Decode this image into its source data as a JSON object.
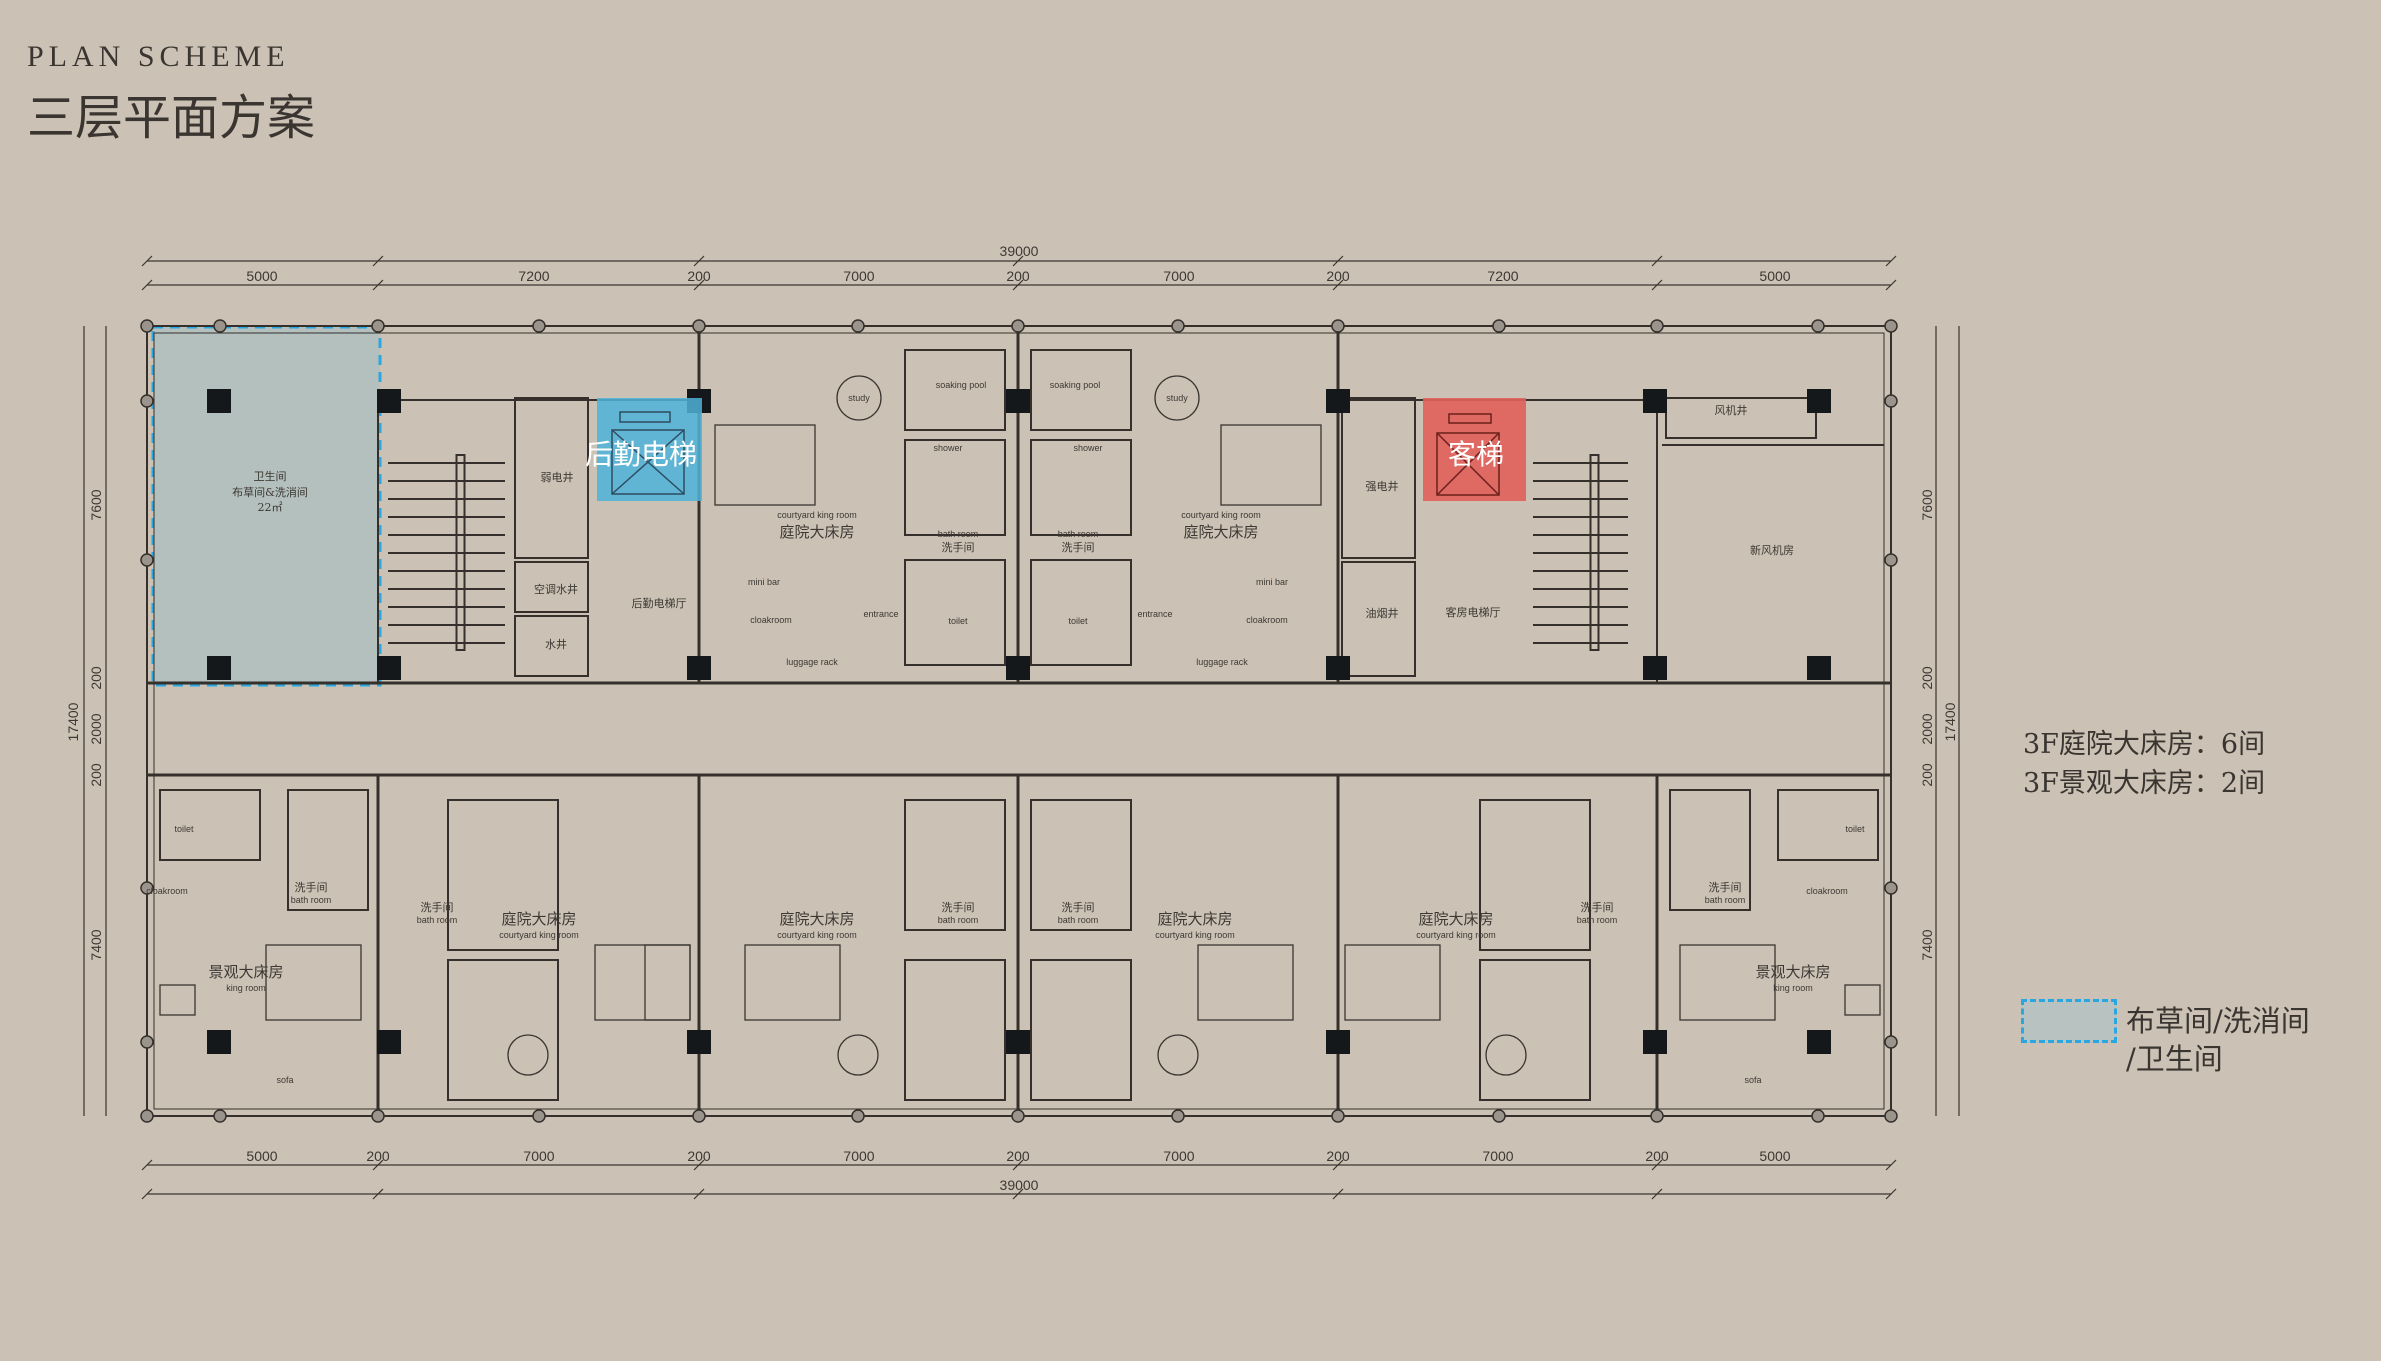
{
  "header": {
    "title_en": "PLAN SCHEME",
    "title_cn": "三层平面方案"
  },
  "dimensions": {
    "top_total": "39000",
    "top": [
      "5000",
      "7200",
      "200",
      "7000",
      "200",
      "7000",
      "200",
      "7200",
      "5000"
    ],
    "bottom": [
      "5000",
      "200",
      "7000",
      "200",
      "7000",
      "200",
      "7000",
      "200",
      "7000",
      "200",
      "5000"
    ],
    "bottom_total": "39000",
    "side_total": "17400",
    "side": [
      "7600",
      "200",
      "2000",
      "200",
      "7400"
    ]
  },
  "elevators": {
    "service": {
      "label": "后勤电梯",
      "color": "#4fb3d9"
    },
    "guest": {
      "label": "客梯",
      "color": "#e0615a"
    }
  },
  "core_labels": {
    "linen_1": "卫生间",
    "linen_2": "布草间&洗消间",
    "linen_3": "22㎡",
    "weak_shaft": "弱电井",
    "ac_shaft": "空调水井",
    "water_shaft": "水井",
    "service_lobby": "后勤电梯厅",
    "strong_shaft": "强电井",
    "smoke_shaft": "油烟井",
    "guest_lobby": "客房电梯厅",
    "fan_shaft": "风机井",
    "fresh_air_room": "新风机房"
  },
  "rooms": [
    {
      "cn": "庭院大床房",
      "en": "courtyard king room",
      "bath_cn": "洗手间",
      "bath_en": "bath room"
    },
    {
      "cn": "庭院大床房",
      "en": "courtyard king room",
      "bath_cn": "洗手间",
      "bath_en": "bath room"
    },
    {
      "cn": "景观大床房",
      "en": "king room",
      "bath_cn": "洗手间",
      "bath_en": "bath room"
    },
    {
      "cn": "庭院大床房",
      "en": "courtyard king room",
      "bath_cn": "洗手间",
      "bath_en": "bath room"
    },
    {
      "cn": "庭院大床房",
      "en": "courtyard king room",
      "bath_cn": "洗手间",
      "bath_en": "bath room"
    },
    {
      "cn": "庭院大床房",
      "en": "courtyard king room",
      "bath_cn": "洗手间",
      "bath_en": "bath room"
    },
    {
      "cn": "庭院大床房",
      "en": "courtyard king room",
      "bath_cn": "洗手间",
      "bath_en": "bath room"
    },
    {
      "cn": "景观大床房",
      "en": "king room",
      "bath_cn": "洗手间",
      "bath_en": "bath room"
    }
  ],
  "fixtures": {
    "study": "study",
    "soaking_pool": "soaking pool",
    "shower": "shower",
    "toilet": "toilet",
    "cloakroom": "cloakroom",
    "entrance": "entrance",
    "luggage_rack": "luggage rack",
    "mini_bar": "mini bar",
    "sofa": "sofa"
  },
  "stats": [
    "3F庭院大床房：6间",
    "3F景观大床房：2间"
  ],
  "legend": {
    "line1": "布草间/洗消间",
    "line2": "/卫生间",
    "color": "#2aa6e0"
  }
}
